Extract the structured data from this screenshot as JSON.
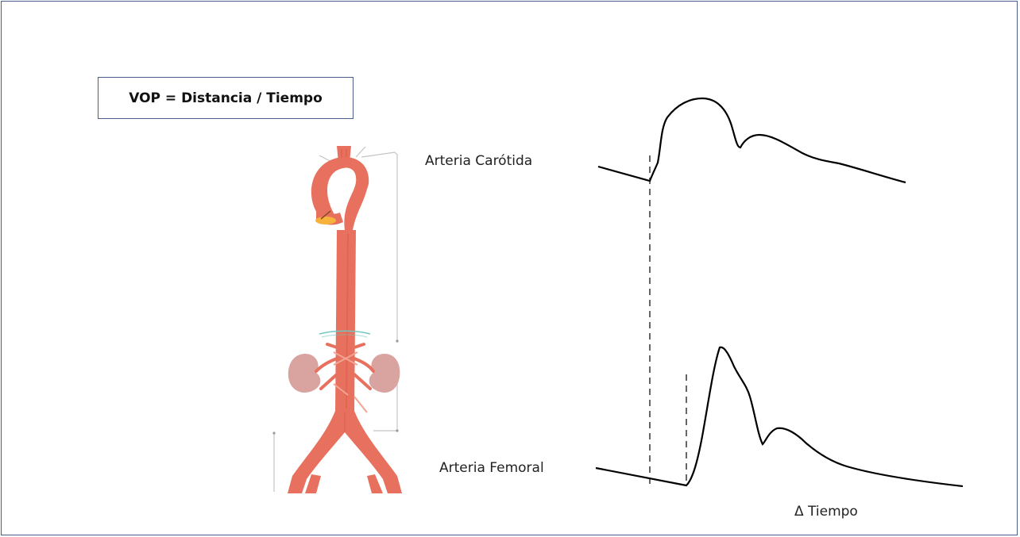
{
  "diagram": {
    "formula": "VOP = Distancia / Tiempo",
    "labels": {
      "carotid": "Arteria Carótida",
      "femoral": "Arteria Femoral",
      "delta_time": "Δ Tiempo"
    },
    "colors": {
      "frame_border": "#4a5e8a",
      "artery": "#e8705e",
      "artery_dark": "#d85a48",
      "kidney": "#d9a3a0",
      "waveform": "#000000",
      "measure_line": "#bdbdbd",
      "branch_highlight": "#f6b23a",
      "diaphragm_mark": "#6fc7c0"
    },
    "icons": [
      "aorta-anatomy-illustration",
      "kidney-left",
      "kidney-right"
    ]
  }
}
